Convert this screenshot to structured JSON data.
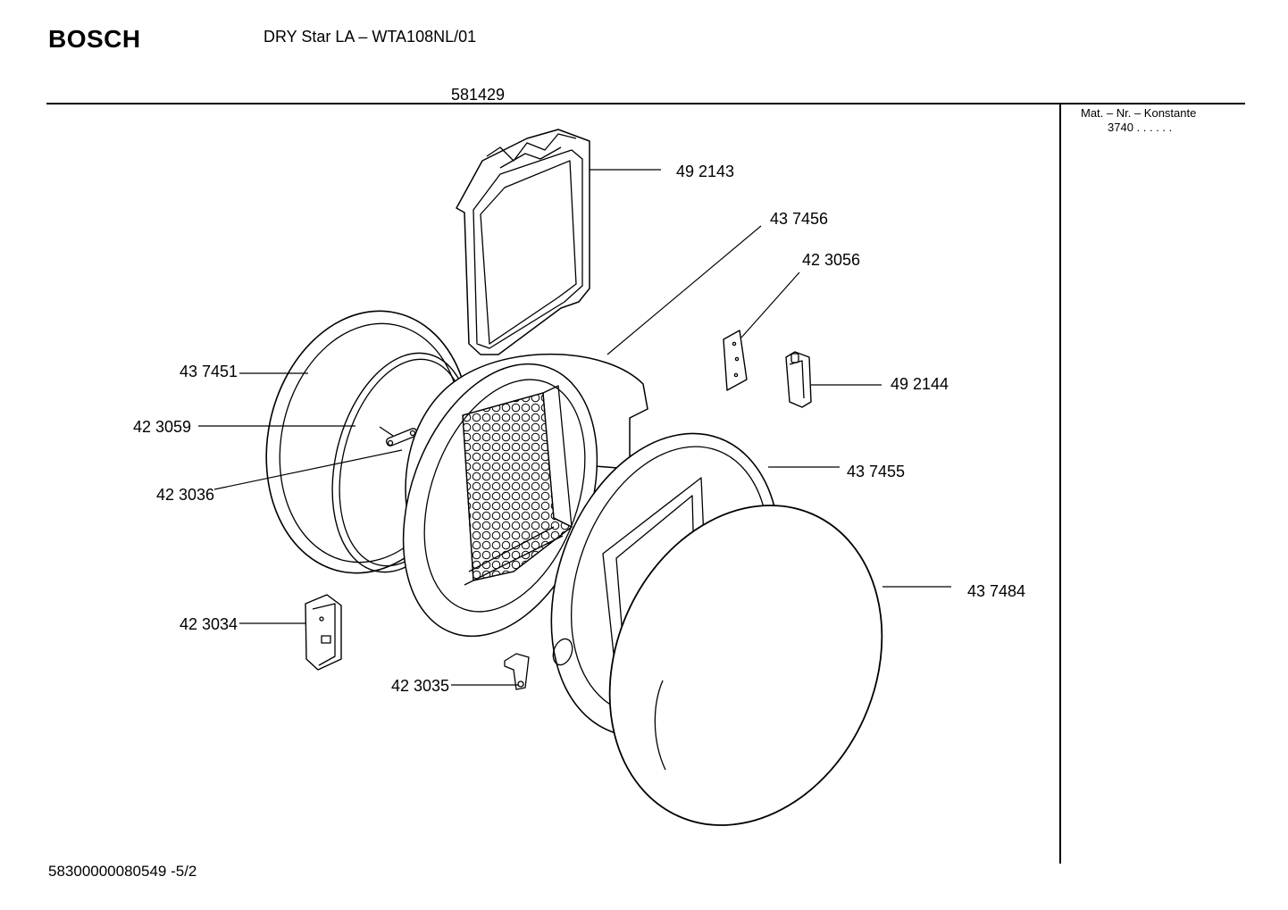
{
  "header": {
    "brand": "BOSCH",
    "title": "DRY Star LA – WTA108NL/01",
    "document_number": "581429"
  },
  "side_panel": {
    "heading": "Mat. – Nr. – Konstante",
    "value": "3740 . . . . . ."
  },
  "footer": {
    "reference": "58300000080549 -5/2"
  },
  "parts": [
    {
      "id": "492143",
      "label": "49 2143"
    },
    {
      "id": "437456",
      "label": "43 7456"
    },
    {
      "id": "423056",
      "label": "42 3056"
    },
    {
      "id": "437451",
      "label": "43 7451"
    },
    {
      "id": "492144",
      "label": "49 2144"
    },
    {
      "id": "423059",
      "label": "42 3059"
    },
    {
      "id": "437455",
      "label": "43 7455"
    },
    {
      "id": "423036",
      "label": "42 3036"
    },
    {
      "id": "437484",
      "label": "43 7484"
    },
    {
      "id": "423034",
      "label": "42 3034"
    },
    {
      "id": "423035",
      "label": "42 3035"
    }
  ]
}
